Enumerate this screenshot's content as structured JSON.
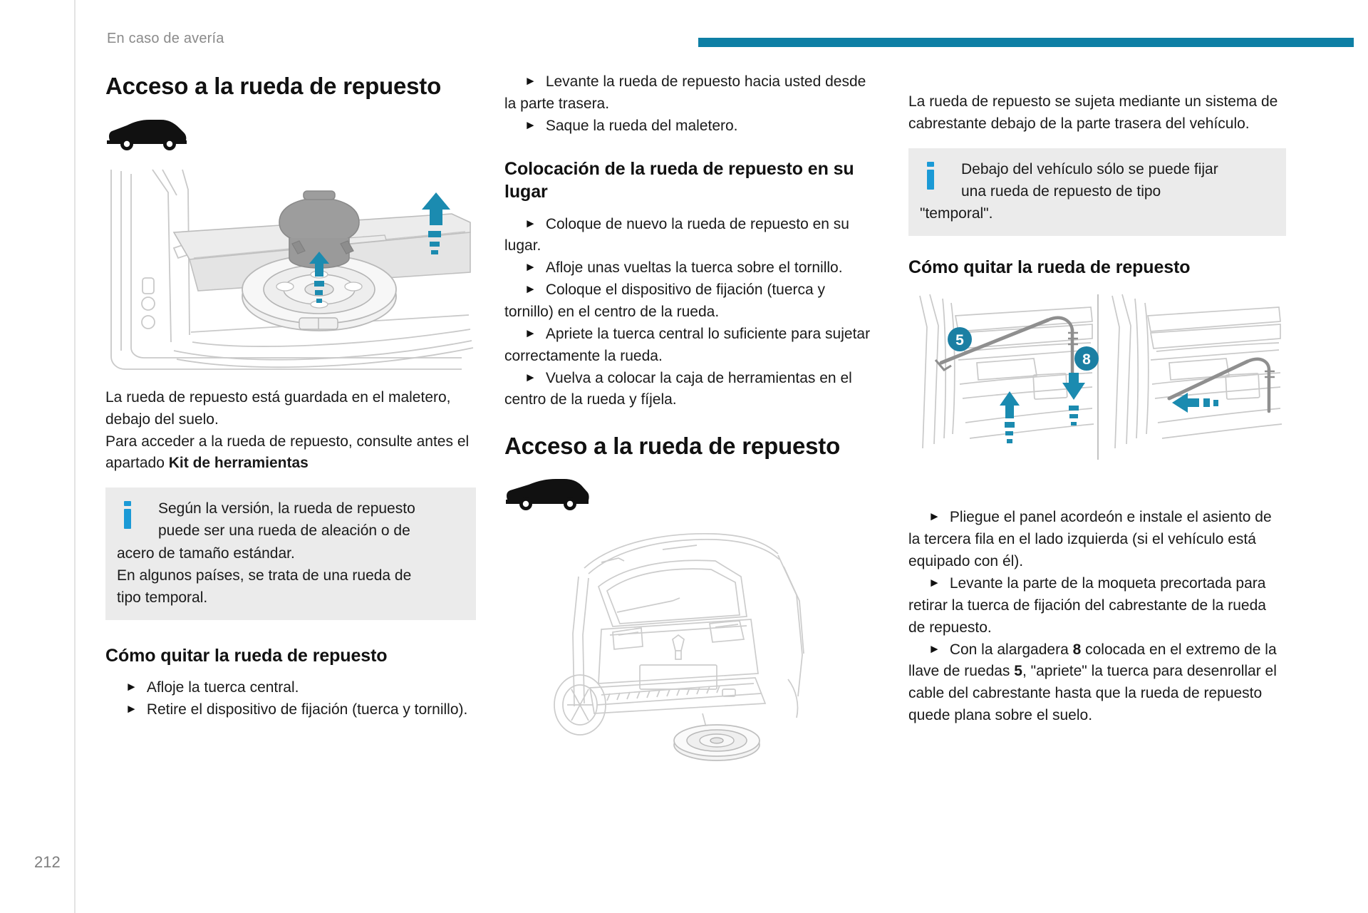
{
  "page": {
    "running_head": "En caso de avería",
    "page_number": "212",
    "accent_color": "#0e7fa5",
    "notice_icon_color": "#1b9ad6"
  },
  "col1": {
    "title": "Acceso a la rueda de repuesto",
    "vehicle_icon": "hatchback-silhouette-icon",
    "illustration": "trunk-open-spare-wheel-illustration",
    "paragraph_1": "La rueda de repuesto está guardada en el maletero, debajo del suelo.",
    "paragraph_2_pre": "Para acceder a la rueda de repuesto, consulte antes el apartado ",
    "paragraph_2_bold": "Kit de herramientas",
    "notice": {
      "line1": "Según la versión, la rueda de repuesto",
      "line2": "puede ser una rueda de aleación o de",
      "line3": "acero de tamaño estándar.",
      "line4": "En algunos países, se trata de una rueda de",
      "line5": "tipo temporal."
    },
    "section_heading": "Cómo quitar la rueda de repuesto",
    "steps": [
      "Afloje la tuerca central.",
      "Retire el dispositivo de fijación (tuerca y tornillo)."
    ]
  },
  "col2": {
    "steps_top": [
      "Levante la rueda de repuesto hacia usted desde la parte trasera.",
      "Saque la rueda del maletero."
    ],
    "heading_placement": "Colocación de la rueda de repuesto en su lugar",
    "steps_placement": [
      "Coloque de nuevo la rueda de repuesto en su lugar.",
      "Afloje unas vueltas la tuerca sobre el tornillo.",
      "Coloque el dispositivo de fijación (tuerca y tornillo) en el centro de la rueda.",
      "Apriete la tuerca central lo suficiente para sujetar correctamente la rueda.",
      "Vuelva a colocar la caja de herramientas en el centro de la rueda y fíjela."
    ],
    "title": "Acceso a la rueda de repuesto",
    "vehicle_icon": "suv-silhouette-icon",
    "illustration": "suv-rear-spare-wheel-illustration"
  },
  "col3": {
    "paragraph_1": "La rueda de repuesto se sujeta mediante un sistema de cabrestante debajo de la parte trasera del vehículo.",
    "notice": {
      "line1": "Debajo del vehículo sólo se puede fijar",
      "line2": "una rueda de repuesto de tipo",
      "line3": "\"temporal\"."
    },
    "section_heading": "Cómo quitar la rueda de repuesto",
    "illustration": "boot-winch-tool-illustration",
    "callouts": [
      "5",
      "8"
    ],
    "steps": [
      {
        "parts": [
          {
            "text": "Pliegue el panel acordeón e instale el asiento de la tercera fila en el lado izquierda (si el vehículo está equipado con él).",
            "bold": false
          }
        ]
      },
      {
        "parts": [
          {
            "text": "Levante la parte de la moqueta precortada para retirar la tuerca de fijación del cabrestante de la rueda de repuesto.",
            "bold": false
          }
        ]
      },
      {
        "parts": [
          {
            "text": "Con la alargadera ",
            "bold": false
          },
          {
            "text": "8",
            "bold": true
          },
          {
            "text": " colocada en el extremo de la llave de ruedas ",
            "bold": false
          },
          {
            "text": "5",
            "bold": true
          },
          {
            "text": ", \"apriete\" la tuerca para desenrollar el cable del cabrestante hasta que la rueda de repuesto quede plana sobre el suelo.",
            "bold": false
          }
        ]
      }
    ]
  }
}
